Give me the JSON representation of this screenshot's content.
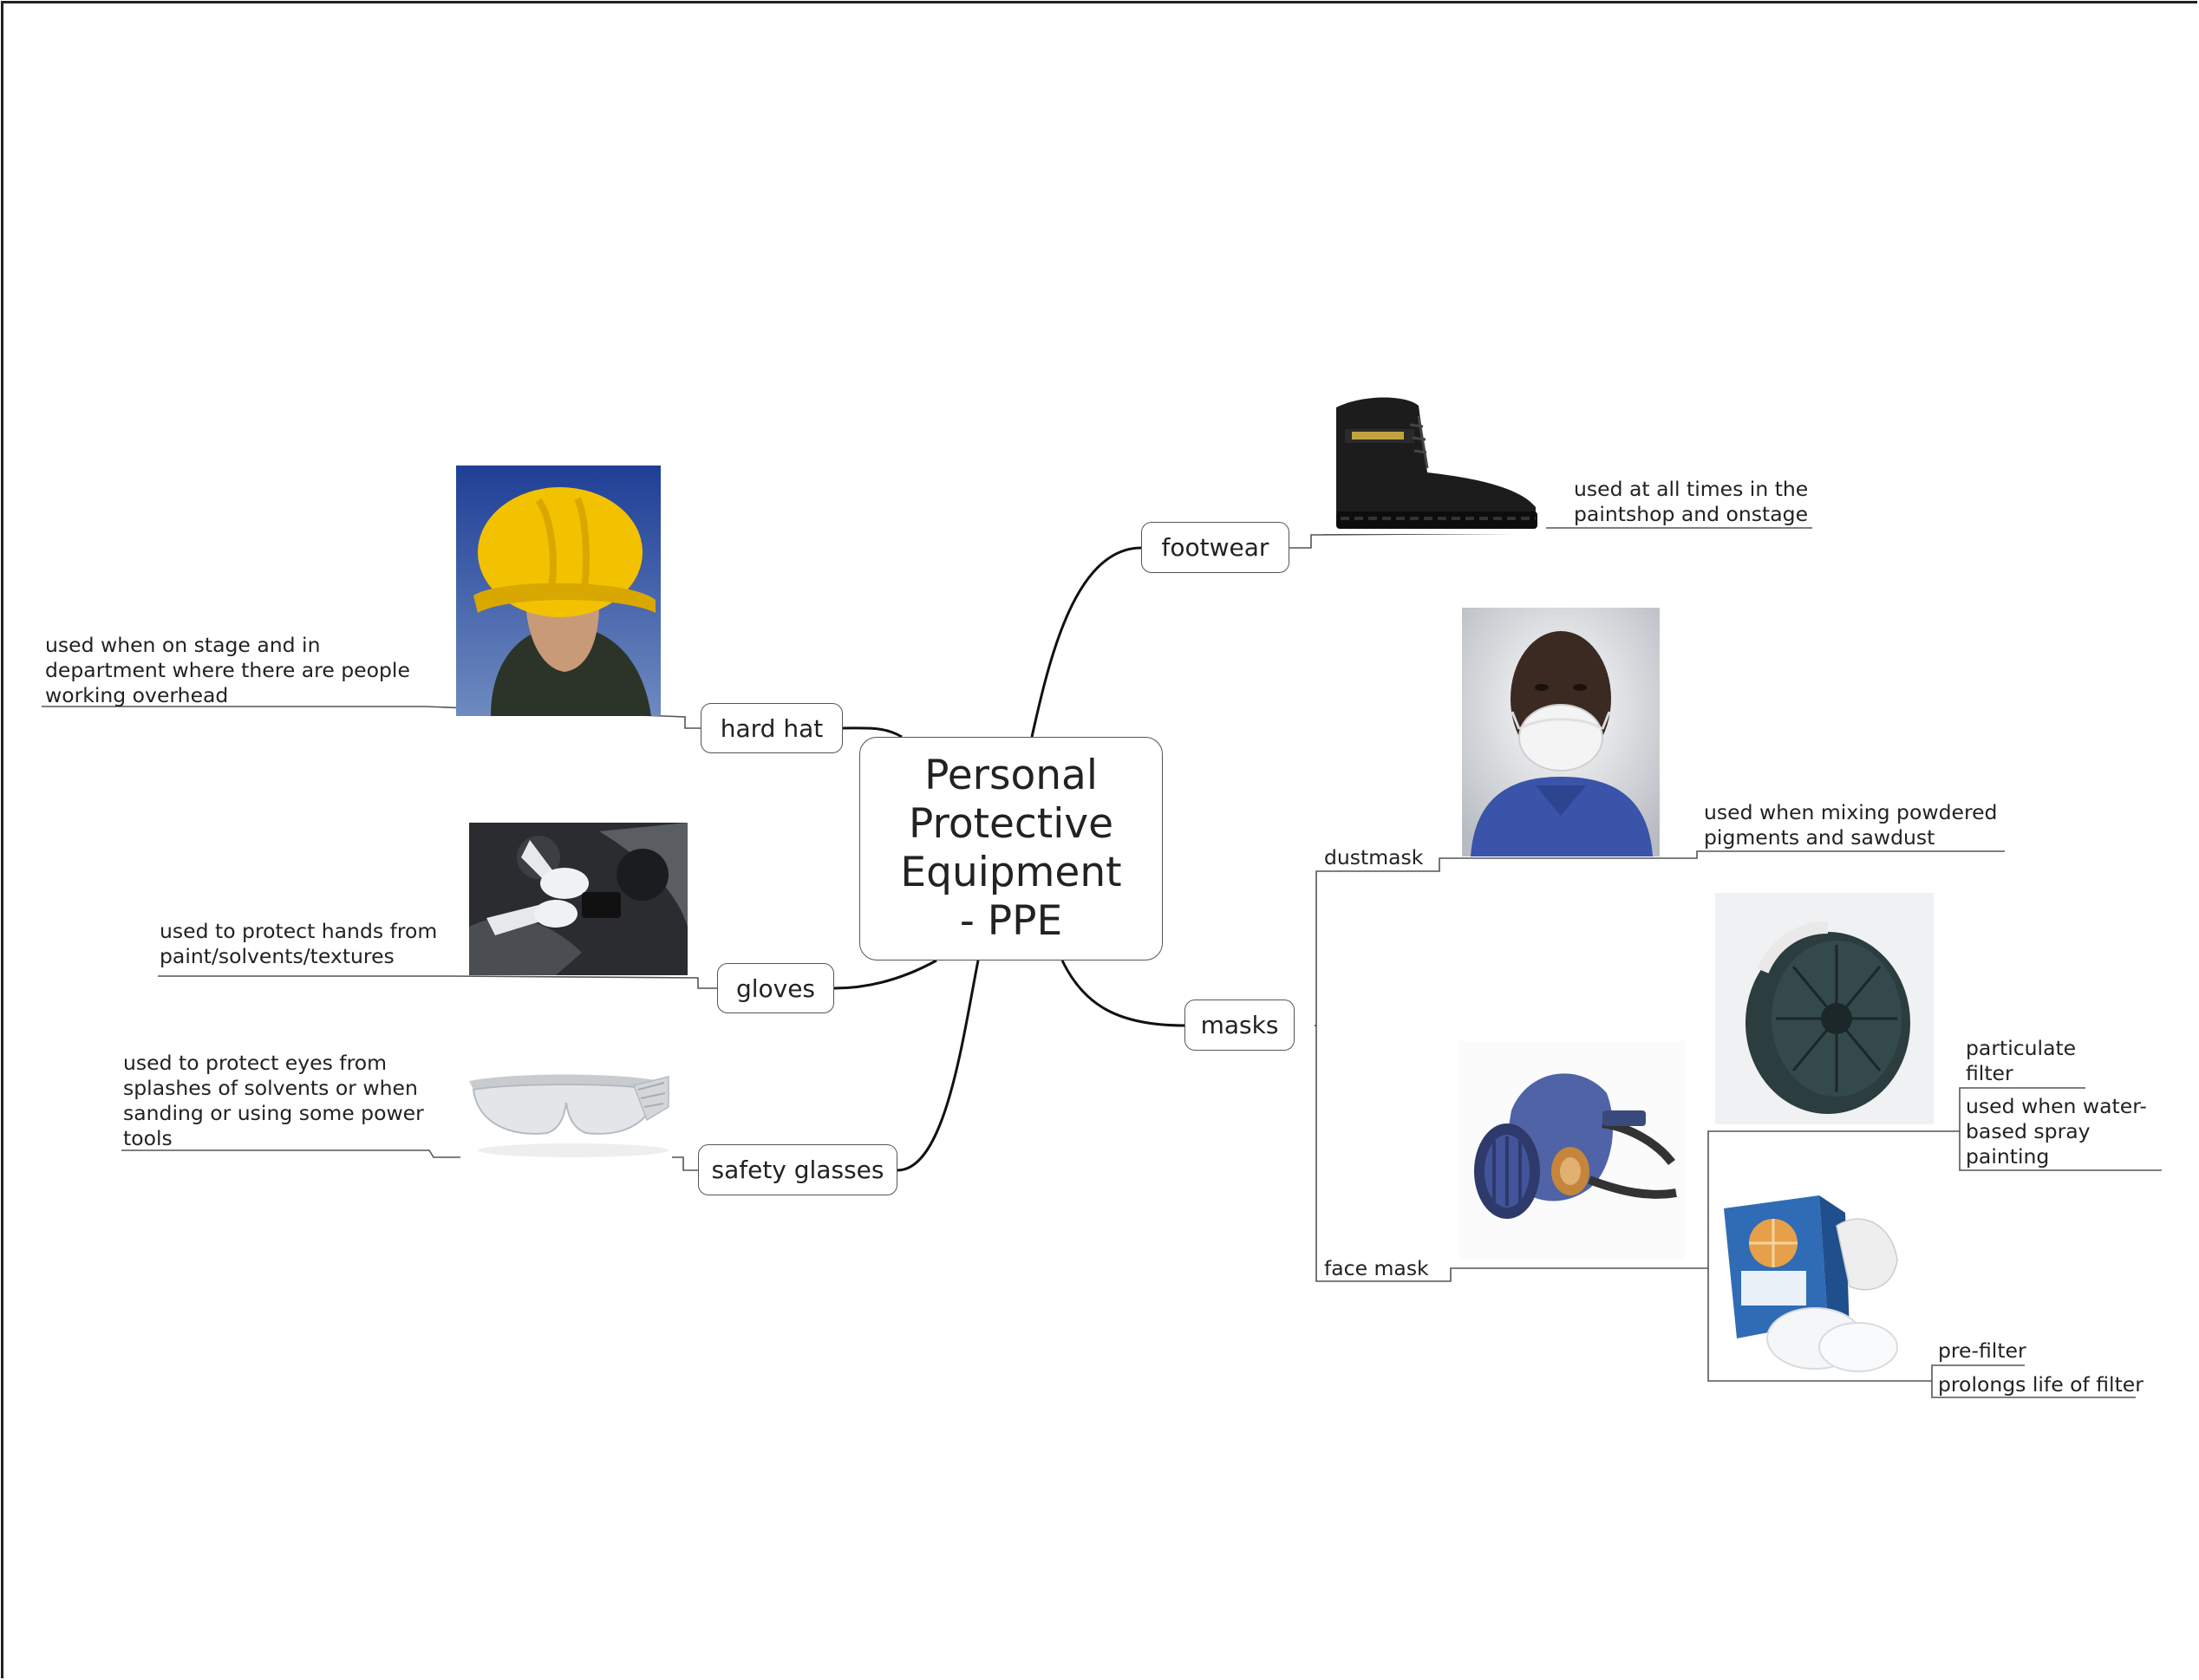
{
  "central": {
    "line1": "Personal",
    "line2": "Protective",
    "line3": "Equipment",
    "line4": "- PPE"
  },
  "branches": {
    "hard_hat": {
      "label": "hard hat",
      "note": "used when on stage and in department where there are people working overhead"
    },
    "gloves": {
      "label": "gloves",
      "note": "used to protect hands from paint/solvents/textures"
    },
    "safety_glasses": {
      "label": "safety glasses",
      "note": "used to protect eyes from splashes of solvents or when sanding or using some power tools"
    },
    "footwear": {
      "label": "footwear",
      "note": "used at all times in the paintshop and onstage"
    },
    "masks": {
      "label": "masks",
      "dustmask": {
        "label": "dustmask",
        "note": "used when mixing powdered pigments and sawdust"
      },
      "face_mask": {
        "label": "face mask",
        "particulate_filter": {
          "label": "particulate filter",
          "note": "used when water-based spray painting"
        },
        "pre_filter": {
          "label": "pre-filter",
          "note": "prolongs life of filter"
        }
      }
    }
  },
  "colors": {
    "line": "#555555",
    "curve": "#111111",
    "hat_yellow": "#f2c200",
    "hat_bg": "#2a4fa0",
    "shirt_blue": "#3954a8",
    "mask_blue": "#4f63a6"
  },
  "icons": [
    "hard-hat-photo",
    "gloves-photo",
    "safety-glasses-photo",
    "boot-photo",
    "dustmask-photo",
    "face-mask-photo",
    "particulate-filter-photo",
    "pre-filter-photo"
  ]
}
